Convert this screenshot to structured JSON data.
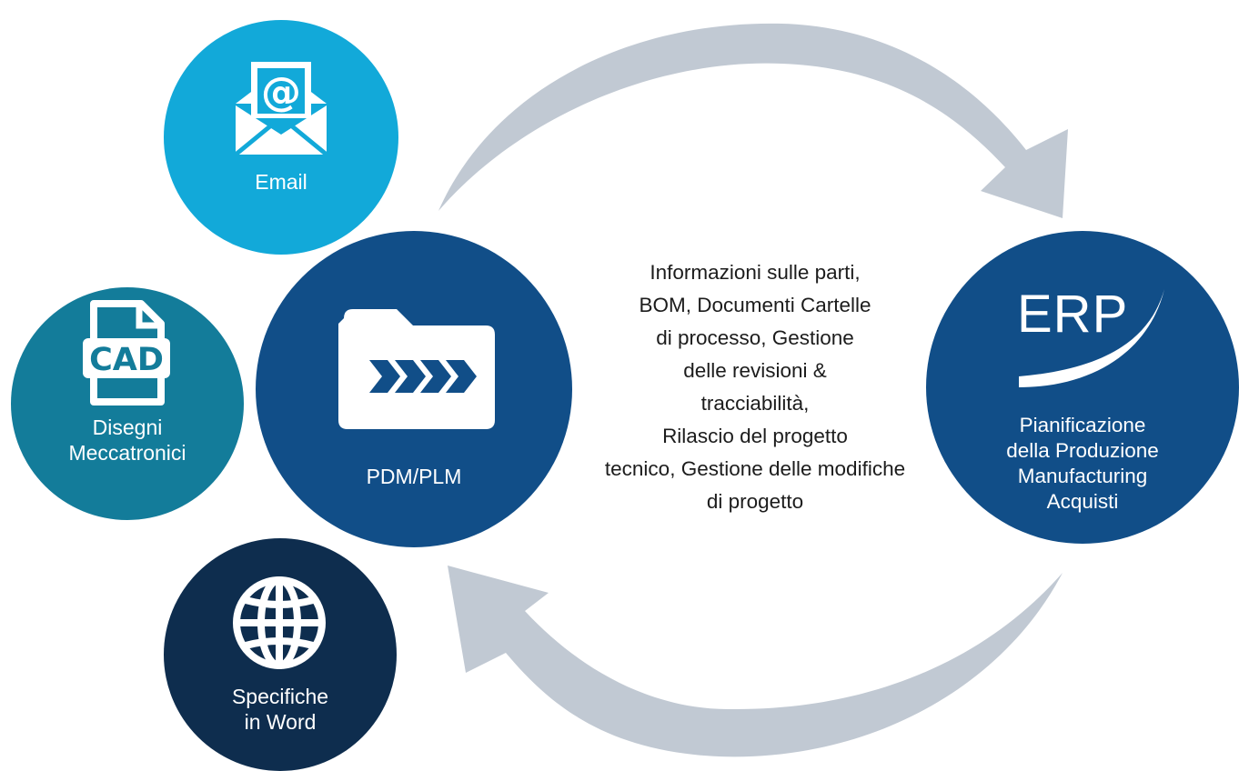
{
  "colors": {
    "email": "#12A9D9",
    "cad": "#137C9A",
    "pdm": "#114E88",
    "word": "#0E2D4E",
    "erp": "#114E88",
    "arrow": "#C1C9D3",
    "text": "#1c1c1c"
  },
  "nodes": {
    "email": {
      "label": "Email",
      "icon": "envelope-at-icon"
    },
    "cad": {
      "label": "Disegni\nMeccatronici",
      "icon": "cad-file-icon",
      "icon_text": "CAD"
    },
    "pdm": {
      "label": "PDM/PLM",
      "icon": "folder-chevrons-icon"
    },
    "word": {
      "label": "Specifiche\nin Word",
      "icon": "globe-icon"
    },
    "erp": {
      "title": "ERP",
      "label": "Pianificazione\ndella Produzione\nManufacturing\nAcquisti",
      "icon": "swoosh-icon"
    }
  },
  "flow_text": [
    "Informazioni sulle parti,",
    "BOM, Documenti Cartelle",
    "di processo, Gestione",
    "delle revisioni &",
    "tracciabilità,",
    "Rilascio del progetto",
    "tecnico, Gestione delle modifiche",
    "di progetto"
  ],
  "arrows": [
    {
      "name": "arrow-to-erp",
      "from": "PDM/PLM",
      "to": "ERP"
    },
    {
      "name": "arrow-to-pdm",
      "from": "ERP",
      "to": "PDM/PLM"
    }
  ]
}
